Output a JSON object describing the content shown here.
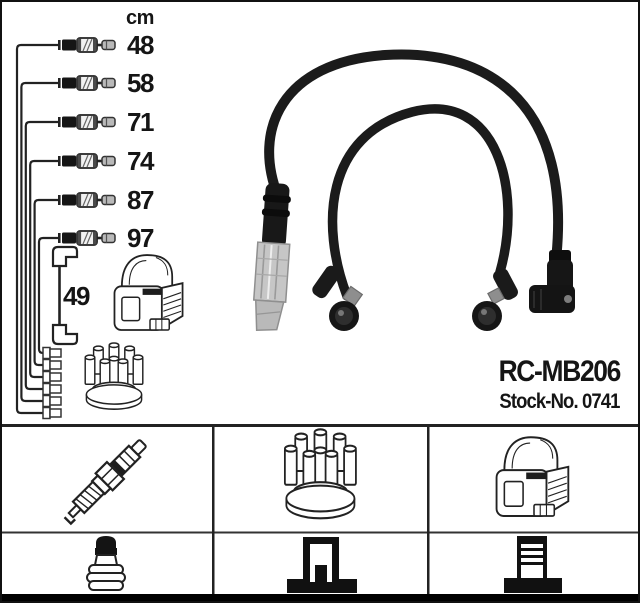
{
  "product": {
    "part_number": "RC-MB206",
    "stock_no": "Stock-No. 0741"
  },
  "length_diagram": {
    "unit_label": "cm",
    "cable_lengths": [
      "48",
      "58",
      "71",
      "74",
      "87",
      "97"
    ],
    "coil_wire_length": "49",
    "icons": [
      "ignition-coil-drawing",
      "distributor-cap-drawing",
      "distributor-terminal-stack"
    ]
  },
  "photo": {
    "icons": [
      "outer-ignition-cable",
      "inner-ignition-cable",
      "metal-spark-plug-boot",
      "angled-elbow-boot",
      "round-distributor-connector-left",
      "round-distributor-connector-right"
    ]
  },
  "legend_table": {
    "row1_icons": [
      "spark-plug",
      "distributor-cap",
      "ignition-coil"
    ],
    "row2_icons": [
      "plug-terminal-nut",
      "coil-terminal",
      "distributor-terminal"
    ]
  },
  "colors": {
    "background": "#ffffff",
    "line_art": "#222222",
    "cable_black": "#1b1b1b",
    "metal_silver": "#c6c6c6",
    "frame_border": "#111111"
  }
}
